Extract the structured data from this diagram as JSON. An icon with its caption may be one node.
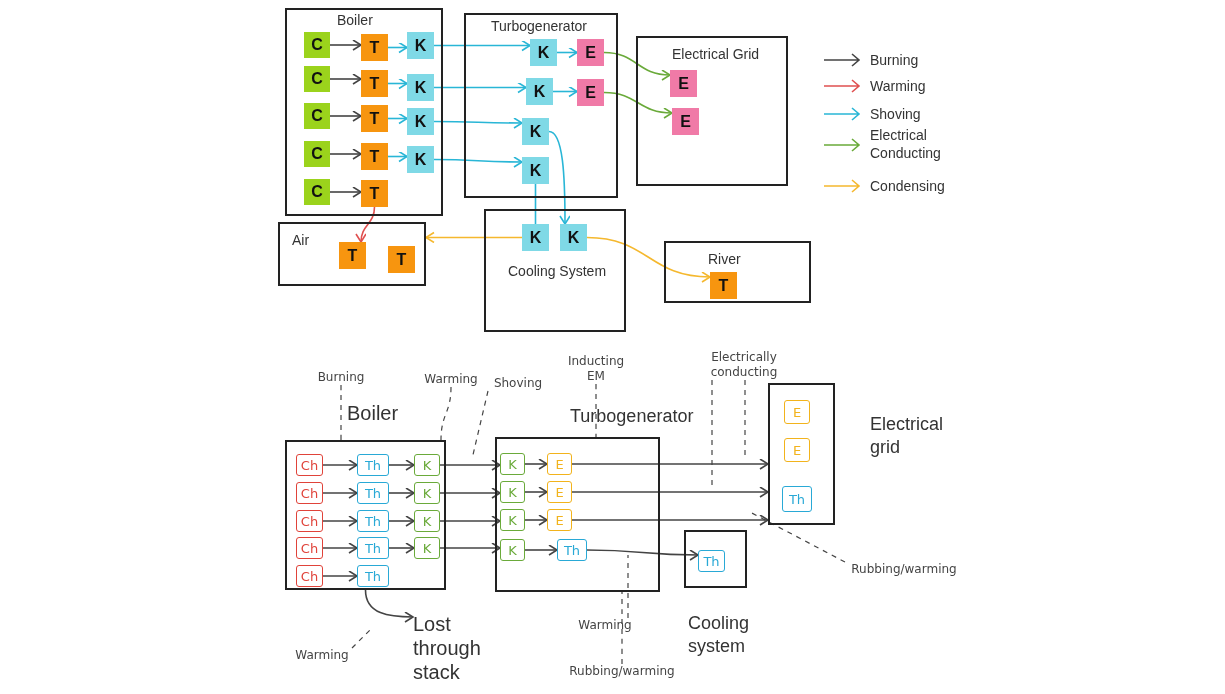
{
  "diagram": {
    "nodes": [
      {
        "text": [
          "Boiler"
        ]
      },
      {
        "text": [
          "C"
        ],
        "in": 0
      },
      {
        "text": [
          "T"
        ],
        "in": 0
      },
      {
        "text": [
          "K"
        ],
        "in": 0
      },
      {
        "text": [
          "C"
        ],
        "in": 0
      },
      {
        "text": [
          "T"
        ],
        "in": 0
      },
      {
        "text": [
          "K"
        ],
        "in": 0
      },
      {
        "text": [
          "C"
        ],
        "in": 0
      },
      {
        "text": [
          "T"
        ],
        "in": 0
      },
      {
        "text": [
          "K"
        ],
        "in": 0
      },
      {
        "text": [
          "C"
        ],
        "in": 0
      },
      {
        "text": [
          "T"
        ],
        "in": 0
      },
      {
        "text": [
          "K"
        ],
        "in": 0
      },
      {
        "text": [
          "C"
        ],
        "in": 0
      },
      {
        "text": [
          "T"
        ],
        "in": 0
      },
      {
        "text": [
          "Turbogenerator"
        ]
      },
      {
        "text": [
          "K"
        ],
        "in": 15
      },
      {
        "text": [
          "E"
        ],
        "in": 15
      },
      {
        "text": [
          "K"
        ],
        "in": 15
      },
      {
        "text": [
          "E"
        ],
        "in": 15
      },
      {
        "text": [
          "K"
        ],
        "in": 15
      },
      {
        "text": [
          "K"
        ],
        "in": 15
      },
      {
        "text": [
          "Electrical Grid"
        ]
      },
      {
        "text": [
          "E"
        ],
        "in": 22
      },
      {
        "text": [
          "E"
        ],
        "in": 22
      },
      {
        "text": [
          "Air"
        ]
      },
      {
        "text": [
          "T"
        ],
        "in": 25
      },
      {
        "text": [
          "T"
        ],
        "in": 25
      },
      {
        "text": [
          "Cooling System"
        ]
      },
      {
        "text": [
          "K"
        ],
        "in": 28
      },
      {
        "text": [
          "K"
        ],
        "in": 28
      },
      {
        "text": [
          "River"
        ]
      },
      {
        "text": [
          "T"
        ],
        "in": 31
      },
      {
        "text": [
          "Burning"
        ]
      },
      {
        "text": [
          "Warming"
        ]
      },
      {
        "text": [
          "Shoving"
        ]
      },
      {
        "text": [
          "Inducting EM"
        ]
      },
      {
        "text": [
          "Electrically conducting"
        ]
      },
      {
        "text": [
          "Boiler"
        ]
      },
      {
        "text": [
          "Ch"
        ],
        "in": 38
      },
      {
        "text": [
          "Th"
        ],
        "in": 38
      },
      {
        "text": [
          "K"
        ],
        "in": 38
      },
      {
        "text": [
          "Ch"
        ],
        "in": 38
      },
      {
        "text": [
          "Th"
        ],
        "in": 38
      },
      {
        "text": [
          "K"
        ],
        "in": 38
      },
      {
        "text": [
          "Ch"
        ],
        "in": 38
      },
      {
        "text": [
          "Th"
        ],
        "in": 38
      },
      {
        "text": [
          "K"
        ],
        "in": 38
      },
      {
        "text": [
          "Ch"
        ],
        "in": 38
      },
      {
        "text": [
          "Th"
        ],
        "in": 38
      },
      {
        "text": [
          "K"
        ],
        "in": 38
      },
      {
        "text": [
          "Ch"
        ],
        "in": 38
      },
      {
        "text": [
          "Th"
        ],
        "in": 38
      },
      {
        "text": [
          "Turbogenerator"
        ]
      },
      {
        "text": [
          "K"
        ],
        "in": 53
      },
      {
        "text": [
          "E"
        ],
        "in": 53
      },
      {
        "text": [
          "K"
        ],
        "in": 53
      },
      {
        "text": [
          "E"
        ],
        "in": 53
      },
      {
        "text": [
          "K"
        ],
        "in": 53
      },
      {
        "text": [
          "E"
        ],
        "in": 53
      },
      {
        "text": [
          "K"
        ],
        "in": 53
      },
      {
        "text": [
          "Th"
        ],
        "in": 53
      },
      {
        "text": [
          "Electrical grid"
        ]
      },
      {
        "text": [
          "E"
        ],
        "in": 62
      },
      {
        "text": [
          "E"
        ],
        "in": 62
      },
      {
        "text": [
          "Th"
        ],
        "in": 62
      },
      {
        "text": [
          "Cooling system"
        ]
      },
      {
        "text": [
          "Th"
        ],
        "in": 66
      },
      {
        "text": [
          "Rubbing/warming"
        ]
      },
      {
        "text": [
          "Lost through stack"
        ]
      },
      {
        "text": [
          "Warming"
        ]
      },
      {
        "text": [
          "Warming"
        ]
      },
      {
        "text": [
          "Rubbing/warming"
        ]
      }
    ],
    "edges": [
      {
        "from": 1,
        "to": 2,
        "arrow": "to"
      },
      {
        "from": 4,
        "to": 5,
        "arrow": "to"
      },
      {
        "from": 7,
        "to": 8,
        "arrow": "to"
      },
      {
        "from": 10,
        "to": 11,
        "arrow": "to"
      },
      {
        "from": 13,
        "to": 14,
        "arrow": "to"
      },
      {
        "from": 2,
        "to": 3,
        "arrow": "to",
        "color": "#29b6d6"
      },
      {
        "from": 5,
        "to": 6,
        "arrow": "to",
        "color": "#29b6d6"
      },
      {
        "from": 8,
        "to": 9,
        "arrow": "to",
        "color": "#29b6d6"
      },
      {
        "from": 11,
        "to": 12,
        "arrow": "to",
        "color": "#29b6d6"
      },
      {
        "from": 3,
        "to": 16,
        "arrow": "to",
        "color": "#29b6d6"
      },
      {
        "from": 6,
        "to": 18,
        "arrow": "to",
        "color": "#29b6d6"
      },
      {
        "from": 9,
        "to": 20,
        "arrow": "to",
        "color": "#29b6d6"
      },
      {
        "from": 12,
        "to": 21,
        "arrow": "to",
        "color": "#29b6d6"
      },
      {
        "from": 16,
        "to": 17,
        "arrow": "to",
        "color": "#29b6d6"
      },
      {
        "from": 18,
        "to": 19,
        "arrow": "to",
        "color": "#29b6d6"
      },
      {
        "from": 17,
        "to": 23,
        "arrow": "to",
        "color": "#6aaa3a"
      },
      {
        "from": 19,
        "to": 24,
        "arrow": "to",
        "color": "#6aaa3a"
      },
      {
        "from": 20,
        "to": 30,
        "arrow": "to",
        "color": "#29b6d6"
      },
      {
        "from": 21,
        "to": 29,
        "arrow": "none",
        "color": "#29b6d6"
      },
      {
        "from": 14,
        "to": 26,
        "arrow": "to",
        "color": "#e05050"
      },
      {
        "from": 29,
        "to": 25,
        "arrow": "to",
        "color": "#f5b82e"
      },
      {
        "from": 30,
        "to": 32,
        "arrow": "to",
        "color": "#f5b82e"
      },
      {
        "from": 39,
        "to": 40,
        "arrow": "to"
      },
      {
        "from": 42,
        "to": 43,
        "arrow": "to"
      },
      {
        "from": 45,
        "to": 46,
        "arrow": "to"
      },
      {
        "from": 48,
        "to": 49,
        "arrow": "to"
      },
      {
        "from": 51,
        "to": 52,
        "arrow": "to"
      },
      {
        "from": 40,
        "to": 41,
        "arrow": "to"
      },
      {
        "from": 43,
        "to": 44,
        "arrow": "to"
      },
      {
        "from": 46,
        "to": 47,
        "arrow": "to"
      },
      {
        "from": 49,
        "to": 50,
        "arrow": "to"
      },
      {
        "from": 41,
        "to": 54,
        "arrow": "to"
      },
      {
        "from": 44,
        "to": 56,
        "arrow": "to"
      },
      {
        "from": 47,
        "to": 58,
        "arrow": "to"
      },
      {
        "from": 50,
        "to": 60,
        "arrow": "to"
      },
      {
        "from": 54,
        "to": 55,
        "arrow": "to"
      },
      {
        "from": 56,
        "to": 57,
        "arrow": "to"
      },
      {
        "from": 58,
        "to": 59,
        "arrow": "to"
      },
      {
        "from": 60,
        "to": 61,
        "arrow": "to"
      },
      {
        "from": 55,
        "to": 62,
        "arrow": "to"
      },
      {
        "from": 57,
        "to": 62,
        "arrow": "to"
      },
      {
        "from": 59,
        "to": 62,
        "arrow": "to"
      },
      {
        "from": 61,
        "to": 67,
        "arrow": "to"
      },
      {
        "from": 38,
        "to": 69,
        "arrow": "to"
      },
      {
        "from": 33,
        "to": 38,
        "arrow": "none",
        "style": "dashed"
      },
      {
        "from": 34,
        "to": 38,
        "arrow": "none",
        "style": "dashed"
      },
      {
        "from": 35,
        "to": null,
        "arrow": "none",
        "style": "dashed"
      },
      {
        "from": 36,
        "to": 53,
        "arrow": "none",
        "style": "dashed"
      },
      {
        "from": 37,
        "to": null,
        "arrow": "none",
        "style": "dashed"
      },
      {
        "from": 37,
        "to": null,
        "arrow": "none",
        "style": "dashed"
      },
      {
        "from": 68,
        "to": null,
        "arrow": "none",
        "style": "dashed"
      },
      {
        "from": 70,
        "to": null,
        "arrow": "none",
        "style": "dashed"
      },
      {
        "from": 71,
        "to": null,
        "arrow": "none",
        "style": "dashed"
      },
      {
        "from": 72,
        "to": 53,
        "arrow": "none",
        "style": "dashed"
      }
    ],
    "legend": [
      {
        "text": "Burning"
      },
      {
        "text": "Warming"
      },
      {
        "text": "Shoving"
      },
      {
        "text": "Electrical Conducting"
      },
      {
        "text": "Condensing"
      }
    ]
  }
}
